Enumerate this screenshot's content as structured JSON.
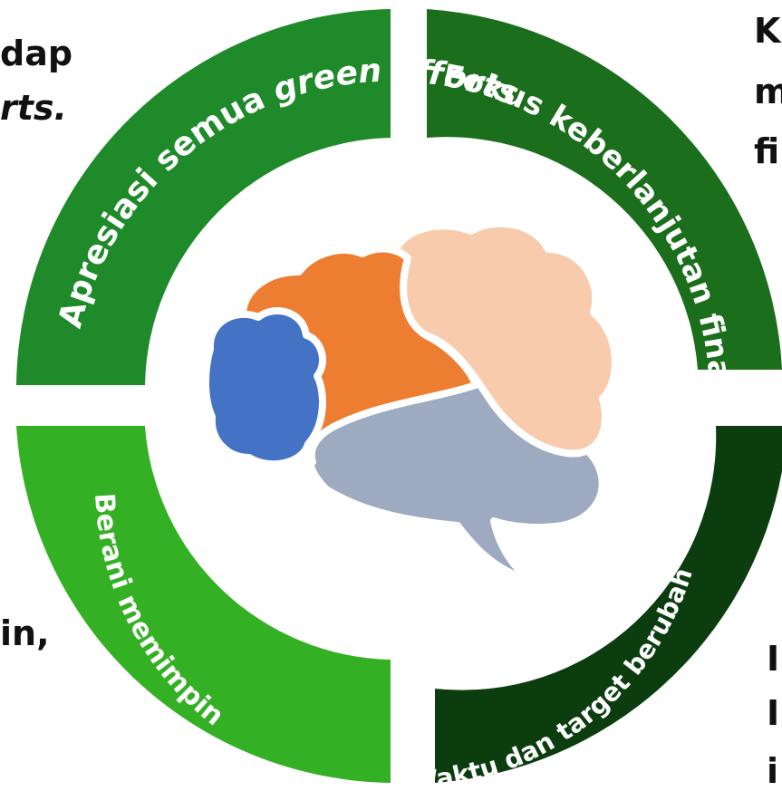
{
  "fragments": {
    "top_left_1": "dap",
    "top_left_2": "rts.",
    "top_right_1": "K",
    "top_right_2": "m",
    "top_right_3": "fi",
    "bottom_left": "in,",
    "bottom_right_1": "I",
    "bottom_right_2": "I",
    "bottom_right_3": "i"
  },
  "segments": [
    {
      "label_prefix": "Apresiasi semua ",
      "label_italic": "green efforts",
      "color": "#1f8a2a"
    },
    {
      "label": "Fokus keberlanjutan finansial",
      "color": "#1b6e1b"
    },
    {
      "label": "Waktu dan target berubah",
      "color": "#0c3d0f"
    },
    {
      "label": "Berani memimpin",
      "color": "#34b024"
    }
  ],
  "brain_colors": {
    "orange": "#ed7d31",
    "peach": "#f8cbad",
    "blue": "#4472c4",
    "gray": "#9daabf"
  }
}
